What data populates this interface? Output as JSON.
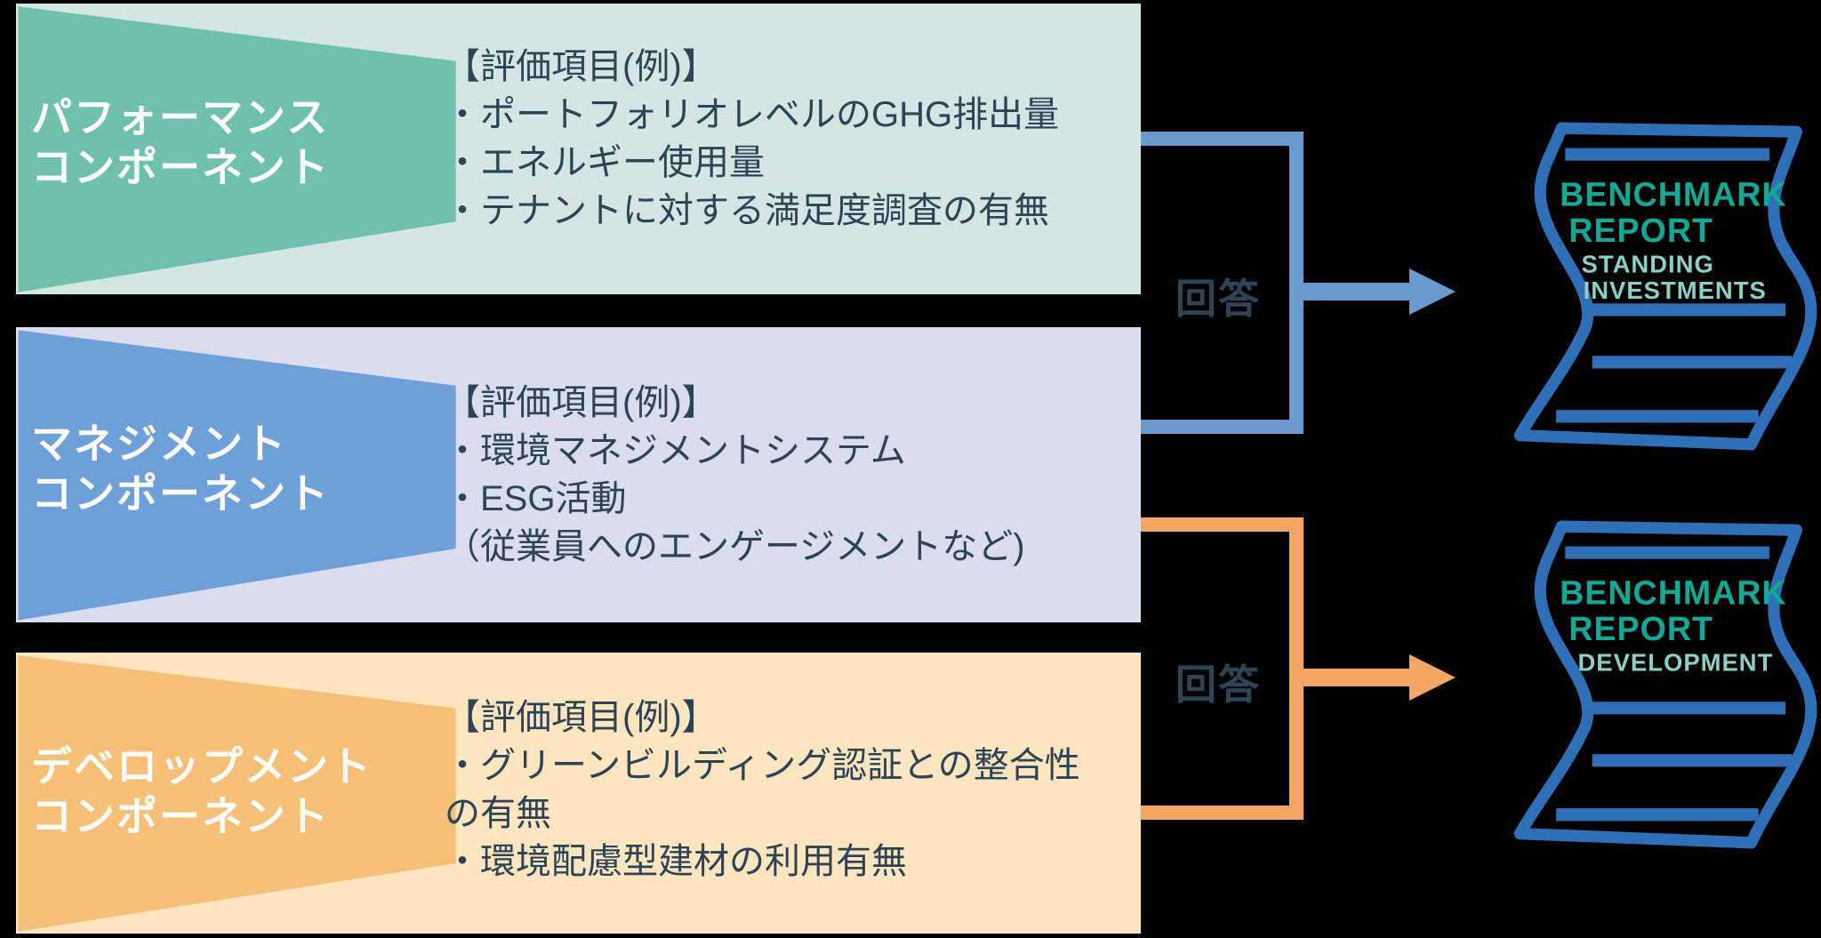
{
  "colors": {
    "background": "#000000",
    "text": "#2d4356",
    "title": "#ffffff",
    "report_outline": "#2e6fb7",
    "report_title": "#13a795",
    "report_subtitle": "#8ccfc5"
  },
  "bands": [
    {
      "title_line1": "パフォーマンス",
      "title_line2": "コンポーネント",
      "heading": "【評価項目(例)】",
      "items": [
        "・ポートフォリオレベルのGHG排出量",
        "・エネルギー使用量",
        "・テナントに対する満足度調査の有無"
      ],
      "colors": {
        "bg": "#d3e6e3",
        "shape": "#6fc0af"
      }
    },
    {
      "title_line1": "マネジメント",
      "title_line2": "コンポーネント",
      "heading": "【評価項目(例)】",
      "items": [
        "・環境マネジメントシステム",
        "・ESG活動",
        "（従業員へのエンゲージメントなど)"
      ],
      "colors": {
        "bg": "#d9ddee",
        "shape": "#6f9fd8"
      }
    },
    {
      "title_line1": "デベロップメント",
      "title_line2": "コンポーネント",
      "heading": "【評価項目(例)】",
      "items": [
        "・グリーンビルディング認証との整合性",
        "の有無",
        "・環境配慮型建材の利用有無"
      ],
      "colors": {
        "bg": "#fde5c0",
        "shape": "#f7c078"
      }
    }
  ],
  "connectors": [
    {
      "label": "回答",
      "color": "#6b9bcc"
    },
    {
      "label": "回答",
      "color": "#f5a564"
    }
  ],
  "reports": [
    {
      "title_line1": "BENCHMARK",
      "title_line2": "REPORT",
      "subtitle_line1": "STANDING",
      "subtitle_line2": "INVESTMENTS"
    },
    {
      "title_line1": "BENCHMARK",
      "title_line2": "REPORT",
      "subtitle_line1": "DEVELOPMENT"
    }
  ]
}
